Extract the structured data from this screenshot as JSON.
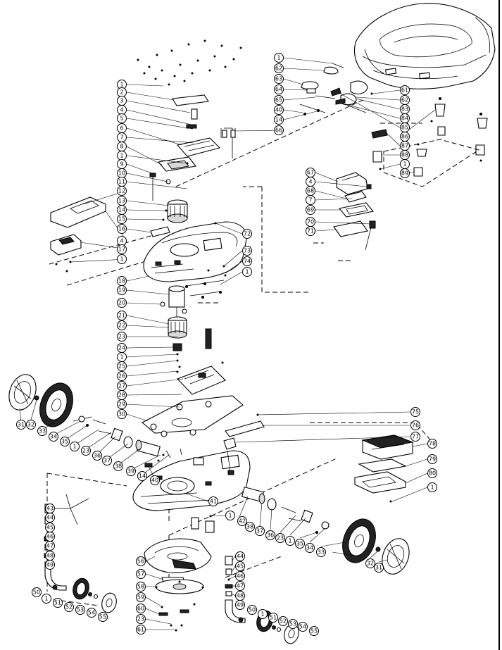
{
  "diagram": {
    "callouts": [
      {
        "id": "c1a",
        "label": "1"
      },
      {
        "id": "c2",
        "label": "2"
      },
      {
        "id": "c3",
        "label": "3"
      },
      {
        "id": "c4a",
        "label": "4"
      },
      {
        "id": "c5",
        "label": "5"
      },
      {
        "id": "c6",
        "label": "6"
      },
      {
        "id": "c7a",
        "label": "7"
      },
      {
        "id": "c8",
        "label": "8"
      },
      {
        "id": "c1b",
        "label": "1"
      },
      {
        "id": "c9",
        "label": "9"
      },
      {
        "id": "c10",
        "label": "10"
      },
      {
        "id": "c11",
        "label": "11"
      },
      {
        "id": "c12",
        "label": "12"
      },
      {
        "id": "c13",
        "label": "13"
      },
      {
        "id": "c14a",
        "label": "14"
      },
      {
        "id": "c15",
        "label": "15"
      },
      {
        "id": "c16",
        "label": "16"
      },
      {
        "id": "c4b",
        "label": "4"
      },
      {
        "id": "c17",
        "label": "17"
      },
      {
        "id": "c1c",
        "label": "1"
      },
      {
        "id": "c18",
        "label": "18"
      },
      {
        "id": "c19",
        "label": "19"
      },
      {
        "id": "c20",
        "label": "20"
      },
      {
        "id": "c21",
        "label": "21"
      },
      {
        "id": "c22",
        "label": "22"
      },
      {
        "id": "c23a",
        "label": "23"
      },
      {
        "id": "c24",
        "label": "24"
      },
      {
        "id": "c1d",
        "label": "1"
      },
      {
        "id": "c25",
        "label": "25"
      },
      {
        "id": "c26",
        "label": "26"
      },
      {
        "id": "c27",
        "label": "27"
      },
      {
        "id": "c28",
        "label": "28"
      },
      {
        "id": "c29",
        "label": "29"
      },
      {
        "id": "c30",
        "label": "30"
      },
      {
        "id": "c72",
        "label": "72"
      },
      {
        "id": "c73",
        "label": "73"
      },
      {
        "id": "c74",
        "label": "74"
      },
      {
        "id": "c1e",
        "label": "1"
      },
      {
        "id": "c1f",
        "label": "1"
      },
      {
        "id": "c62",
        "label": "62"
      },
      {
        "id": "c63",
        "label": "63"
      },
      {
        "id": "c64",
        "label": "64"
      },
      {
        "id": "c65",
        "label": "65"
      },
      {
        "id": "c40a",
        "label": "40"
      },
      {
        "id": "c14b",
        "label": "14"
      },
      {
        "id": "c66",
        "label": "66"
      },
      {
        "id": "c61",
        "label": "61"
      },
      {
        "id": "c62b",
        "label": "62"
      },
      {
        "id": "c83",
        "label": "83"
      },
      {
        "id": "c84",
        "label": "84"
      },
      {
        "id": "c85",
        "label": "85"
      },
      {
        "id": "c86",
        "label": "86"
      },
      {
        "id": "c87",
        "label": "87"
      },
      {
        "id": "c88",
        "label": "88"
      },
      {
        "id": "c1g",
        "label": "1"
      },
      {
        "id": "c89",
        "label": "89"
      },
      {
        "id": "c67",
        "label": "67"
      },
      {
        "id": "c4c",
        "label": "4"
      },
      {
        "id": "c68",
        "label": "68"
      },
      {
        "id": "c7b",
        "label": "7"
      },
      {
        "id": "c69",
        "label": "69"
      },
      {
        "id": "c70",
        "label": "70"
      },
      {
        "id": "c71",
        "label": "71"
      },
      {
        "id": "c31a",
        "label": "31"
      },
      {
        "id": "c32a",
        "label": "32"
      },
      {
        "id": "c33a",
        "label": "33"
      },
      {
        "id": "c34a",
        "label": "34"
      },
      {
        "id": "c35a",
        "label": "35"
      },
      {
        "id": "c1h",
        "label": "1"
      },
      {
        "id": "c23b",
        "label": "23"
      },
      {
        "id": "c36a",
        "label": "36"
      },
      {
        "id": "c37a",
        "label": "37"
      },
      {
        "id": "c38a",
        "label": "38"
      },
      {
        "id": "c39",
        "label": "39"
      },
      {
        "id": "c14c",
        "label": "14"
      },
      {
        "id": "c40b",
        "label": "40"
      },
      {
        "id": "c41",
        "label": "41"
      },
      {
        "id": "c1i",
        "label": "1"
      },
      {
        "id": "c42",
        "label": "42"
      },
      {
        "id": "c75",
        "label": "75"
      },
      {
        "id": "c76",
        "label": "76"
      },
      {
        "id": "c77",
        "label": "77"
      },
      {
        "id": "c78",
        "label": "78"
      },
      {
        "id": "c79",
        "label": "79"
      },
      {
        "id": "c80",
        "label": "80"
      },
      {
        "id": "c1j",
        "label": "1"
      },
      {
        "id": "c38b",
        "label": "38"
      },
      {
        "id": "c37b",
        "label": "37"
      },
      {
        "id": "c36b",
        "label": "36"
      },
      {
        "id": "c23c",
        "label": "23"
      },
      {
        "id": "c1k",
        "label": "1"
      },
      {
        "id": "c35b",
        "label": "35"
      },
      {
        "id": "c34b",
        "label": "34"
      },
      {
        "id": "c33b",
        "label": "33"
      },
      {
        "id": "c32b",
        "label": "32"
      },
      {
        "id": "c31b",
        "label": "31"
      },
      {
        "id": "c43",
        "label": "43"
      },
      {
        "id": "c44a",
        "label": "44"
      },
      {
        "id": "c45a",
        "label": "45"
      },
      {
        "id": "c46a",
        "label": "46"
      },
      {
        "id": "c47a",
        "label": "47"
      },
      {
        "id": "c48a",
        "label": "48"
      },
      {
        "id": "c49a",
        "label": "49"
      },
      {
        "id": "c50a",
        "label": "50"
      },
      {
        "id": "c1l",
        "label": "1"
      },
      {
        "id": "c51a",
        "label": "51"
      },
      {
        "id": "c52a",
        "label": "52"
      },
      {
        "id": "c53a",
        "label": "53"
      },
      {
        "id": "c54a",
        "label": "54"
      },
      {
        "id": "c55a",
        "label": "55"
      },
      {
        "id": "c56",
        "label": "56"
      },
      {
        "id": "c57",
        "label": "57"
      },
      {
        "id": "c58",
        "label": "58"
      },
      {
        "id": "c59",
        "label": "59"
      },
      {
        "id": "c60",
        "label": "60"
      },
      {
        "id": "c23d",
        "label": "23"
      },
      {
        "id": "c61b",
        "label": "61"
      },
      {
        "id": "c44b",
        "label": "44"
      },
      {
        "id": "c45b",
        "label": "45"
      },
      {
        "id": "c46b",
        "label": "46"
      },
      {
        "id": "c47b",
        "label": "47"
      },
      {
        "id": "c48b",
        "label": "48"
      },
      {
        "id": "c49b",
        "label": "49"
      },
      {
        "id": "c50b",
        "label": "50"
      },
      {
        "id": "c1m",
        "label": "1"
      },
      {
        "id": "c51b",
        "label": "51"
      },
      {
        "id": "c52b",
        "label": "52"
      },
      {
        "id": "c53b",
        "label": "53"
      },
      {
        "id": "c54b",
        "label": "54"
      },
      {
        "id": "c55b",
        "label": "55"
      }
    ]
  }
}
